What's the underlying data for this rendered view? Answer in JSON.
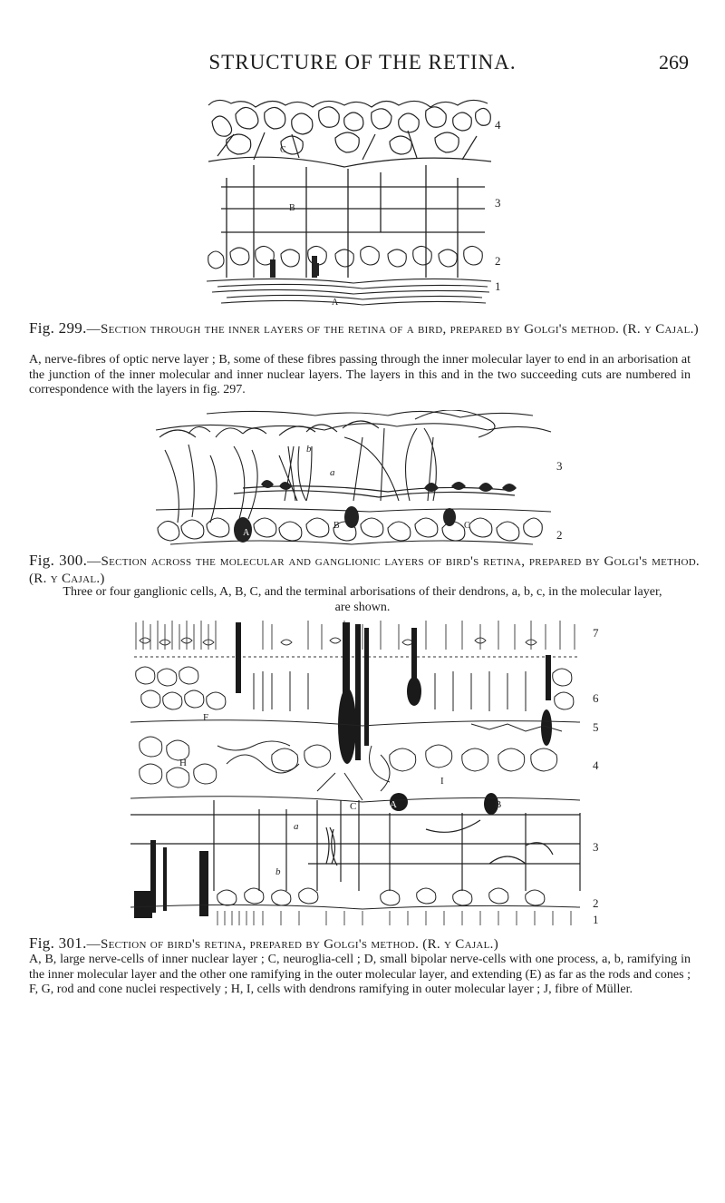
{
  "page": {
    "running_title": "STRUCTURE OF THE RETINA.",
    "page_number": "269"
  },
  "fig299": {
    "label": "Fig. 299.",
    "title": "—Section through the inner layers of the retina of a bird, prepared by Golgi's method. (R. y Cajal.)",
    "caption": "A, nerve-fibres of optic nerve layer ; B, some of these fibres passing through the inner molecular layer to end in an arborisation at the junction of the inner molecular and inner nuclear layers. The layers in this and in the two succeeding cuts are numbered in correspondence with the layers in fig. 297.",
    "labels": {
      "a": "A",
      "b": "B",
      "c": "C"
    },
    "layers": [
      "4",
      "3",
      "2",
      "1"
    ]
  },
  "fig300": {
    "label": "Fig. 300.",
    "title": "—Section across the molecular and ganglionic layers of bird's retina, prepared by Golgi's method. (R. y Cajal.)",
    "caption": "Three or four ganglionic cells, A, B, C, and the terminal arborisations of their dendrons, a, b, c, in the molecular layer, are shown.",
    "labels": {
      "A": "A",
      "B": "B",
      "C": "C",
      "a": "a",
      "b": "b",
      "c": "c"
    },
    "layers": [
      "3",
      "2"
    ]
  },
  "fig301": {
    "label": "Fig. 301.",
    "title": "—Section of bird's retina, prepared by Golgi's method. (R. y Cajal.)",
    "caption": "A, B, large nerve-cells of inner nuclear layer ; C, neuroglia-cell ; D, small bipolar nerve-cells with one process, a, b, ramifying in the inner molecular layer and the other one ramifying in the outer molecular layer, and extending (E) as far as the rods and cones ; F, G, rod and cone nuclei respectively ; H, I, cells with dendrons ramifying in outer molecular layer ; J, fibre of Müller.",
    "labels": {
      "F": "F",
      "H": "H",
      "I": "I",
      "A": "A",
      "C": "C",
      "B": "B",
      "a": "a",
      "b": "b"
    },
    "layers": [
      "7",
      "6",
      "5",
      "4",
      "3",
      "2",
      "1"
    ]
  }
}
